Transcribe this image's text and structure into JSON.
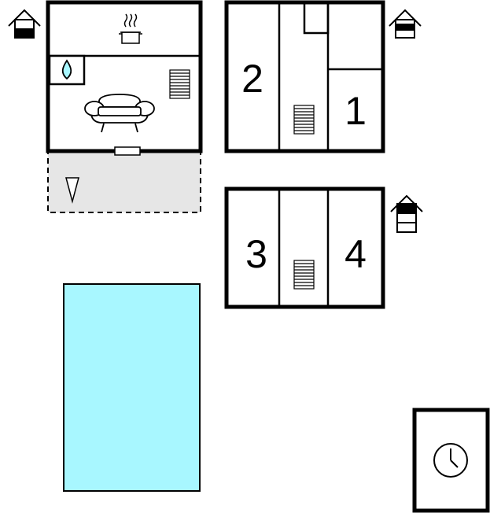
{
  "rooms": [
    {
      "id": "bedroom-2",
      "label": "2"
    },
    {
      "id": "bedroom-1",
      "label": "1"
    },
    {
      "id": "bedroom-3",
      "label": "3"
    },
    {
      "id": "bedroom-4",
      "label": "4"
    }
  ],
  "icons": {
    "floor_marker": "house-level-icon",
    "kitchen": "cooking-pot-icon",
    "bathroom": "water-drop-icon",
    "living": "sofa-icon",
    "stairs": "staircase-icon",
    "terrace_lamp": "lamp-icon",
    "sauna": "clock-icon"
  },
  "colors": {
    "pool": "#a8f7ff",
    "terrace": "#e6e6e6",
    "drop": "#a8f7ff",
    "wall": "#000000"
  }
}
